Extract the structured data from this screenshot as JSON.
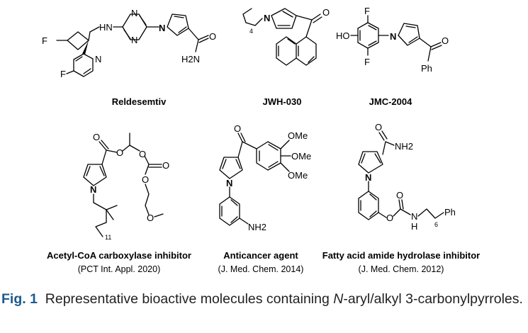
{
  "molecules": {
    "reldesemtiv": {
      "name": "Reldesemtiv",
      "atoms": {
        "F1": "F",
        "HN": "HN",
        "N_py": "N",
        "F2": "F",
        "N_pm1": "N",
        "N_pm2": "N",
        "N_pyrrole": "N",
        "O": "O",
        "H2N": "H2N"
      }
    },
    "jwh030": {
      "name": "JWH-030",
      "atoms": {
        "N": "N",
        "O": "O",
        "chain_subscript": "4"
      }
    },
    "jmc2004": {
      "name": "JMC-2004",
      "atoms": {
        "F_top": "F",
        "HO": "HO",
        "F_bottom": "F",
        "N": "N",
        "O": "O",
        "Ph": "Ph"
      }
    },
    "acc_inhibitor": {
      "name": "Acetyl-CoA carboxylase inhibitor",
      "reference": "(PCT Int. Appl. 2020)",
      "atoms": {
        "O1": "O",
        "O2": "O",
        "O3": "O",
        "O4": "O",
        "O5": "O",
        "O6": "O",
        "N": "N",
        "chain_subscript": "11"
      }
    },
    "anticancer": {
      "name": "Anticancer agent",
      "reference": "(J. Med. Chem. 2014)",
      "atoms": {
        "O": "O",
        "OMe1": "OMe",
        "OMe2": "OMe",
        "OMe3": "OMe",
        "N": "N",
        "NH2": "NH2"
      }
    },
    "faah_inhibitor": {
      "name": "Fatty acid amide hydrolase inhibitor",
      "reference": "(J. Med. Chem. 2012)",
      "atoms": {
        "O_amide": "O",
        "NH2": "NH2",
        "N": "N",
        "O_carbonyl": "O",
        "O_ester": "O",
        "NH": "N",
        "H": "H",
        "chain_subscript": "6",
        "Ph": "Ph"
      }
    }
  },
  "caption": {
    "label": "Fig. 1",
    "text_before": "Representative bioactive molecules containing ",
    "italic": "N",
    "text_after": "-aryl/alkyl 3-carbonylpyrroles."
  }
}
